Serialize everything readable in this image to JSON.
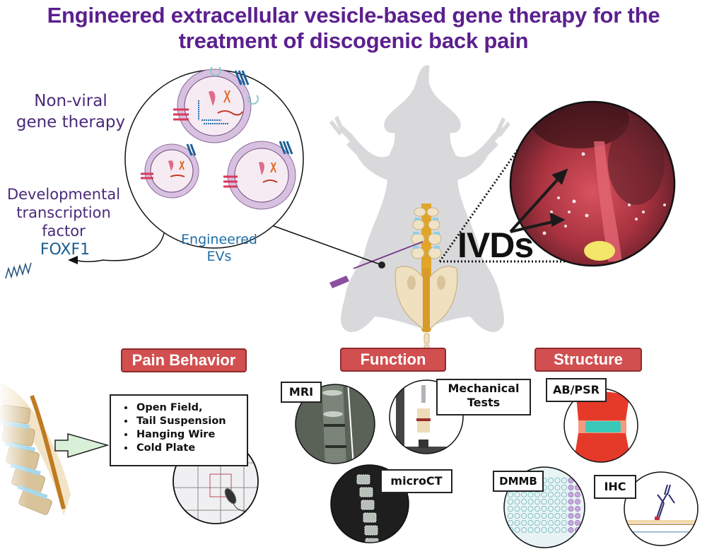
{
  "title": {
    "line1": "Engineered extracellular vesicle-based gene therapy for the",
    "line2": "treatment of discogenic back pain"
  },
  "left_panel": {
    "nonviral_line1": "Non-viral",
    "nonviral_line2": "gene therapy",
    "dev_line1": "Developmental",
    "dev_line2": "transcription",
    "dev_line3": "factor",
    "gene_name": "FOXF1",
    "ev_label_line1": "Engineered",
    "ev_label_line2": "EVs"
  },
  "center": {
    "subject": "mouse-silhouette",
    "injection": "needle-injection",
    "ivd_label": "IVDs"
  },
  "sections": {
    "pain": {
      "tag": "Pain Behavior",
      "tests": [
        "Open Field,",
        "Tail Suspension",
        "Hanging Wire",
        "Cold Plate"
      ]
    },
    "function": {
      "tag": "Function",
      "mri": "MRI",
      "mech_line1": "Mechanical",
      "mech_line2": "Tests",
      "microct": "microCT"
    },
    "structure": {
      "tag": "Structure",
      "abpsr": "AB/PSR",
      "dmmb": "DMMB",
      "ihc": "IHC"
    }
  },
  "colors": {
    "title": "#5b1f8f",
    "tag_red": "#d14f4f",
    "ev_membrane": "#c7a6d6",
    "mouse_grey": "#d9d9db",
    "spine_gold": "#e0a52a",
    "tissue_red": "#a8323f"
  }
}
